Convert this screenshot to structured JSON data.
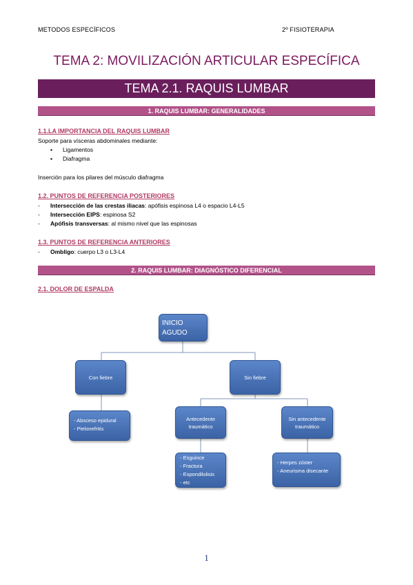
{
  "header": {
    "left": "METODOS ESPECÍFICOS",
    "right": "2º FISIOTERAPIA"
  },
  "title": "TEMA 2: MOVILIZACIÓN ARTICULAR ESPECÍFICA",
  "subtitle": "TEMA 2.1. RAQUIS LUMBAR",
  "section1": {
    "heading": "1.   RAQUIS LUMBAR: GENERALIDADES",
    "s11": {
      "heading": "1.1.LA IMPORTANCIA DEL RAQUIS LUMBAR",
      "intro": "Soporte para vísceras abdominales mediante:",
      "items": [
        "Ligamentos",
        "Diafragma"
      ],
      "note": "Inserción para los pilares del músculo diafragma"
    },
    "s12": {
      "heading": "1.2. PUNTOS DE REFERENCIA POSTERIORES",
      "items": [
        {
          "bold": "Intersección de las crestas iliacas",
          "rest": ": apófisis espinosa L4 o espacio L4-L5"
        },
        {
          "bold": "Intersección EIPS",
          "rest": ": espinosa S2"
        },
        {
          "bold": "Apófisis transversas",
          "rest": ": al mismo nivel que las espinosas"
        }
      ]
    },
    "s13": {
      "heading": "1.3. PUNTOS DE REFERENCIA ANTERIORES",
      "items": [
        {
          "bold": "Ombligo",
          "rest": ": cuerpo L3 o L3-L4"
        }
      ]
    }
  },
  "section2": {
    "heading": "2.   RAQUIS LUMBAR: DIAGNÓSTICO DIFERENCIAL",
    "s21": {
      "heading": "2.1. DOLOR DE ESPALDA"
    }
  },
  "diagram": {
    "root": [
      "INICIO",
      "AGUDO"
    ],
    "con_fiebre": "Con fiebre",
    "sin_fiebre": "Sin fiebre",
    "con_fiebre_list": [
      "- Absceso epidural",
      "- Pielonefritis"
    ],
    "antecedente": [
      "Antecedente",
      "traumático"
    ],
    "sin_antecedente": [
      "Sin antecedente",
      "traumático"
    ],
    "antecedente_list": [
      "- Esguince",
      "- Fractura",
      "- Espondilolisis",
      "- etc"
    ],
    "sin_antecedente_list": [
      "- Herpes zóster",
      "- Aneurisma disecante"
    ]
  },
  "page_number": "1"
}
